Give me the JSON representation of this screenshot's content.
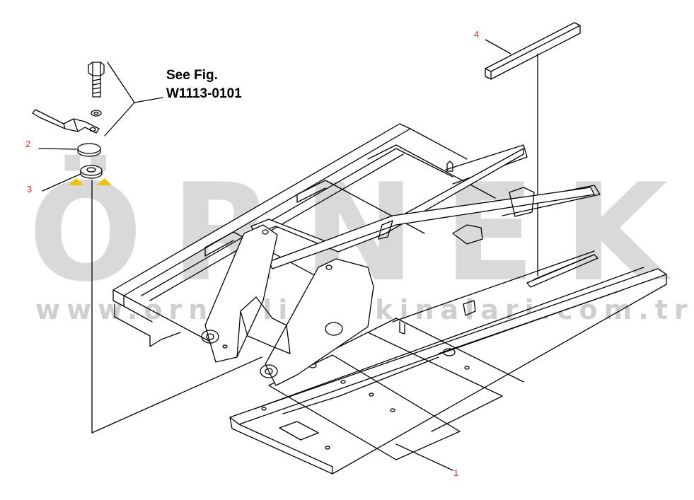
{
  "watermark": {
    "brand": "ÖRNEK",
    "url": "www.orneklismakinalari.com.tr",
    "color": "#d9d9d9"
  },
  "reference_note": {
    "line1": "See  Fig.",
    "line2": "W1113-0101"
  },
  "callouts": [
    {
      "id": "1",
      "label": "1"
    },
    {
      "id": "2",
      "label": "2"
    },
    {
      "id": "3",
      "label": "3"
    },
    {
      "id": "4",
      "label": "4"
    }
  ],
  "colors": {
    "line": "#000000",
    "callout_text": "#e0302c",
    "accent": "#f2c200"
  }
}
